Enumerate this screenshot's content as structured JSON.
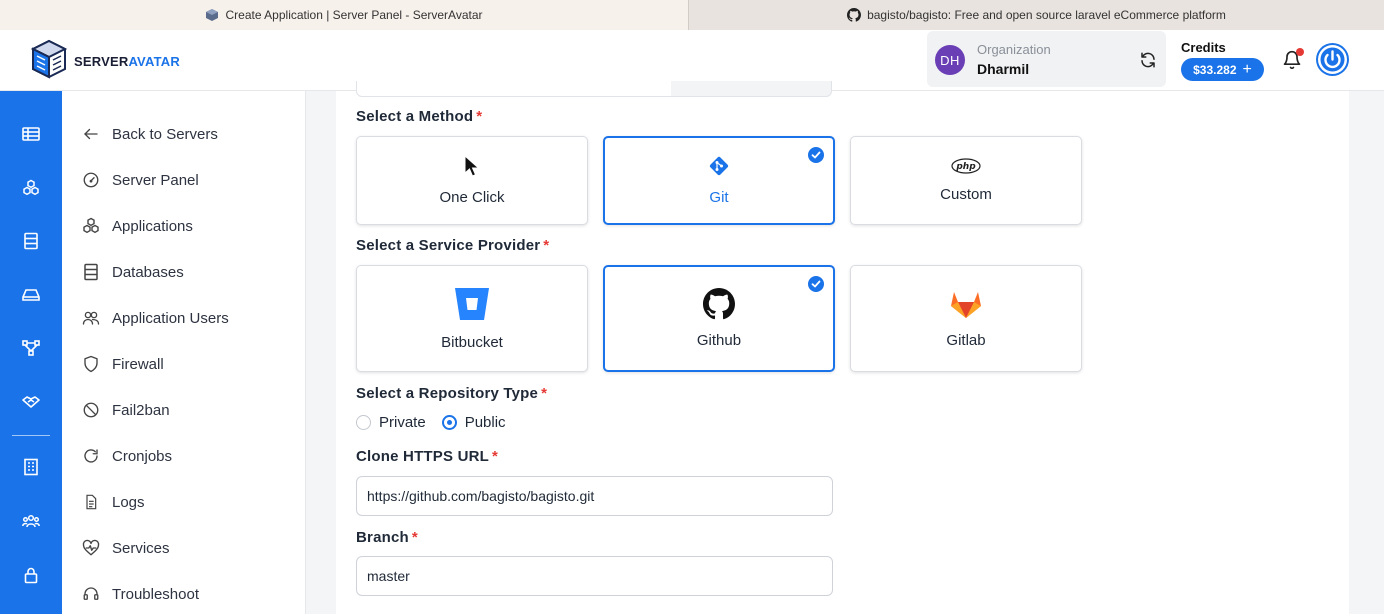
{
  "browser": {
    "tabs": [
      {
        "title": "Create Application | Server Panel - ServerAvatar",
        "icon": "serveravatar-favicon"
      },
      {
        "title": "bagisto/bagisto: Free and open source laravel eCommerce platform",
        "icon": "github-favicon"
      }
    ]
  },
  "header": {
    "logo_part1": "SERVER",
    "logo_part2": "AVATAR",
    "org_initials": "DH",
    "org_label": "Organization",
    "org_name": "Dharmil",
    "credits_label": "Credits",
    "credits_amount": "$33.282",
    "credits_add": "+"
  },
  "rail_icons": [
    "server-list-icon",
    "applications-icon",
    "databases-icon",
    "storage-icon",
    "network-icon",
    "handshake-icon",
    "building-icon",
    "team-icon",
    "lock-icon"
  ],
  "sidebar": {
    "items": [
      {
        "label": "Back to Servers",
        "icon": "arrow-left-icon"
      },
      {
        "label": "Server Panel",
        "icon": "gauge-icon"
      },
      {
        "label": "Applications",
        "icon": "applications-icon"
      },
      {
        "label": "Databases",
        "icon": "database-icon"
      },
      {
        "label": "Application Users",
        "icon": "users-icon"
      },
      {
        "label": "Firewall",
        "icon": "shield-icon"
      },
      {
        "label": "Fail2ban",
        "icon": "ban-icon"
      },
      {
        "label": "Cronjobs",
        "icon": "refresh-icon"
      },
      {
        "label": "Logs",
        "icon": "document-icon"
      },
      {
        "label": "Services",
        "icon": "heartbeat-icon"
      },
      {
        "label": "Troubleshoot",
        "icon": "headset-icon"
      }
    ]
  },
  "form": {
    "method": {
      "label": "Select a Method",
      "options": [
        {
          "label": "One Click",
          "icon": "cursor-icon",
          "selected": false
        },
        {
          "label": "Git",
          "icon": "git-icon",
          "selected": true
        },
        {
          "label": "Custom",
          "icon": "php-icon",
          "selected": false
        }
      ]
    },
    "provider": {
      "label": "Select a Service Provider",
      "options": [
        {
          "label": "Bitbucket",
          "icon": "bitbucket-icon",
          "selected": false
        },
        {
          "label": "Github",
          "icon": "github-icon",
          "selected": true
        },
        {
          "label": "Gitlab",
          "icon": "gitlab-icon",
          "selected": false
        }
      ]
    },
    "repo_type": {
      "label": "Select a Repository Type",
      "options": [
        {
          "label": "Private",
          "selected": false
        },
        {
          "label": "Public",
          "selected": true
        }
      ]
    },
    "clone_url": {
      "label": "Clone HTTPS URL",
      "value": "https://github.com/bagisto/bagisto.git"
    },
    "branch": {
      "label": "Branch",
      "value": "master"
    },
    "required_mark": "*"
  },
  "colors": {
    "accent": "#1a73e8",
    "required": "#e53935",
    "avatar": "#6a3fb5"
  }
}
